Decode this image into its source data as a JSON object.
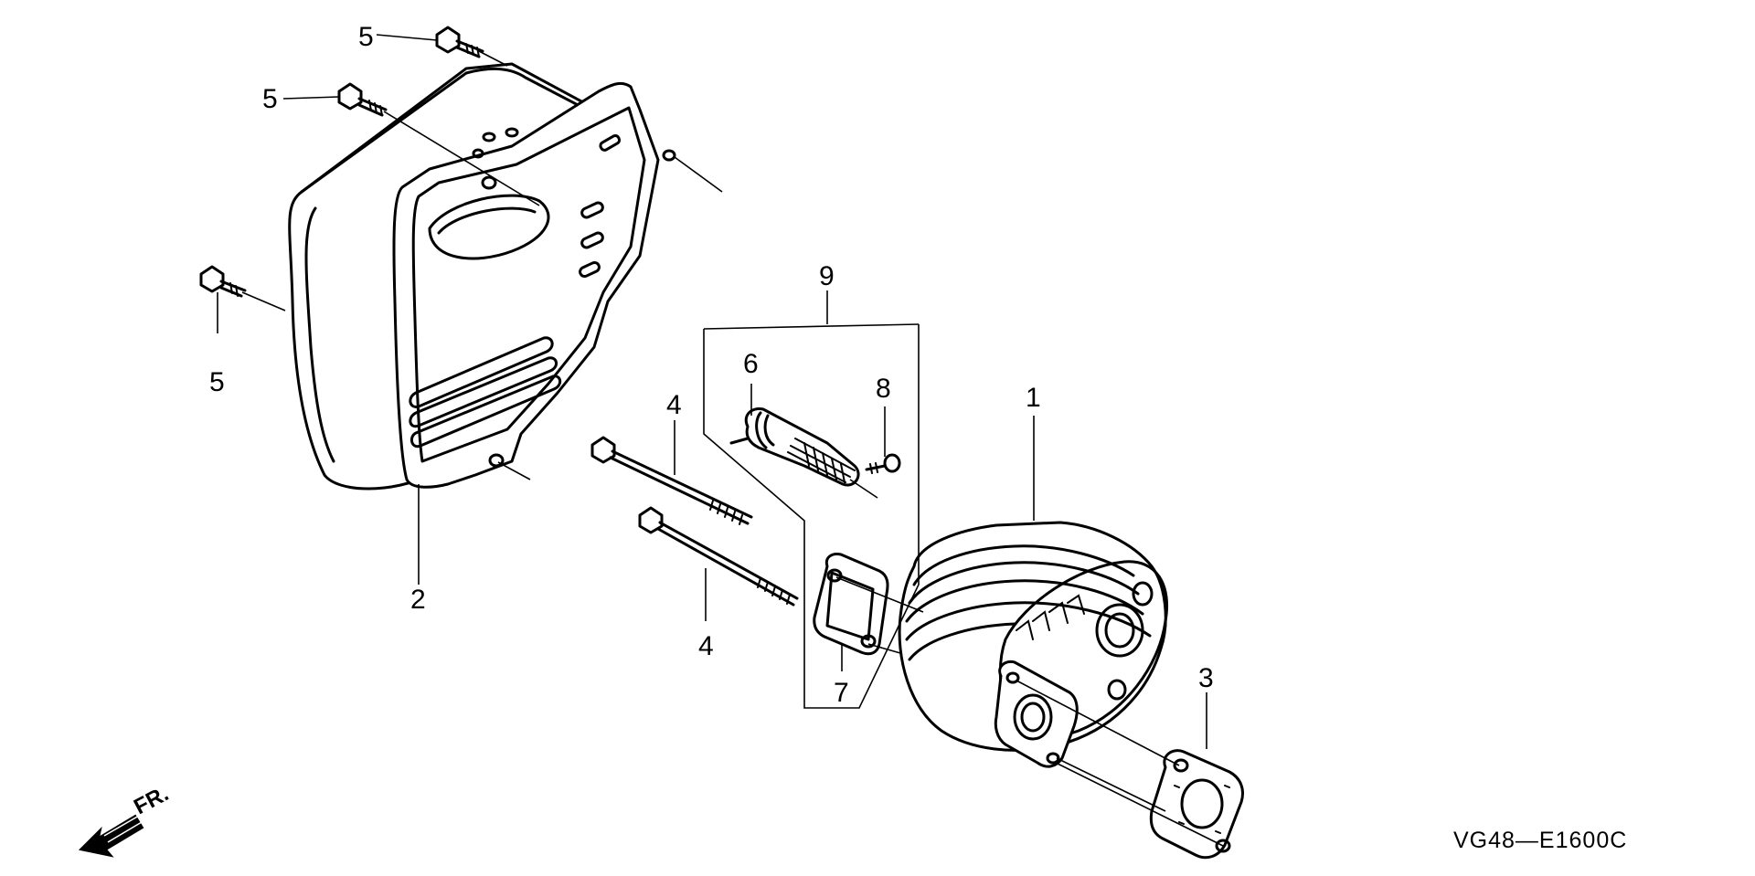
{
  "diagram": {
    "callouts": {
      "c1": "1",
      "c2": "2",
      "c3": "3",
      "c4a": "4",
      "c4b": "4",
      "c5a": "5",
      "c5b": "5",
      "c5c": "5",
      "c6": "6",
      "c7": "7",
      "c8": "8",
      "c9": "9"
    },
    "front_label": "FR.",
    "diagram_code": "VG48—E1600C"
  }
}
